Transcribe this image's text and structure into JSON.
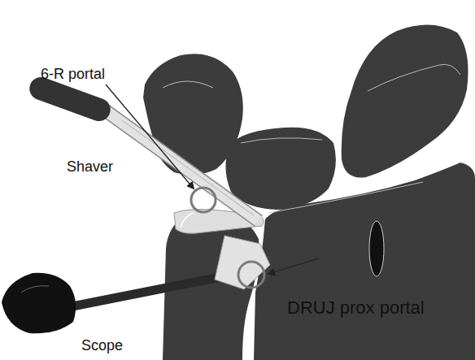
{
  "diagram": {
    "labels": [
      "6-R portal",
      "Shaver",
      "DRUJ prox portal",
      "Scope"
    ]
  }
}
